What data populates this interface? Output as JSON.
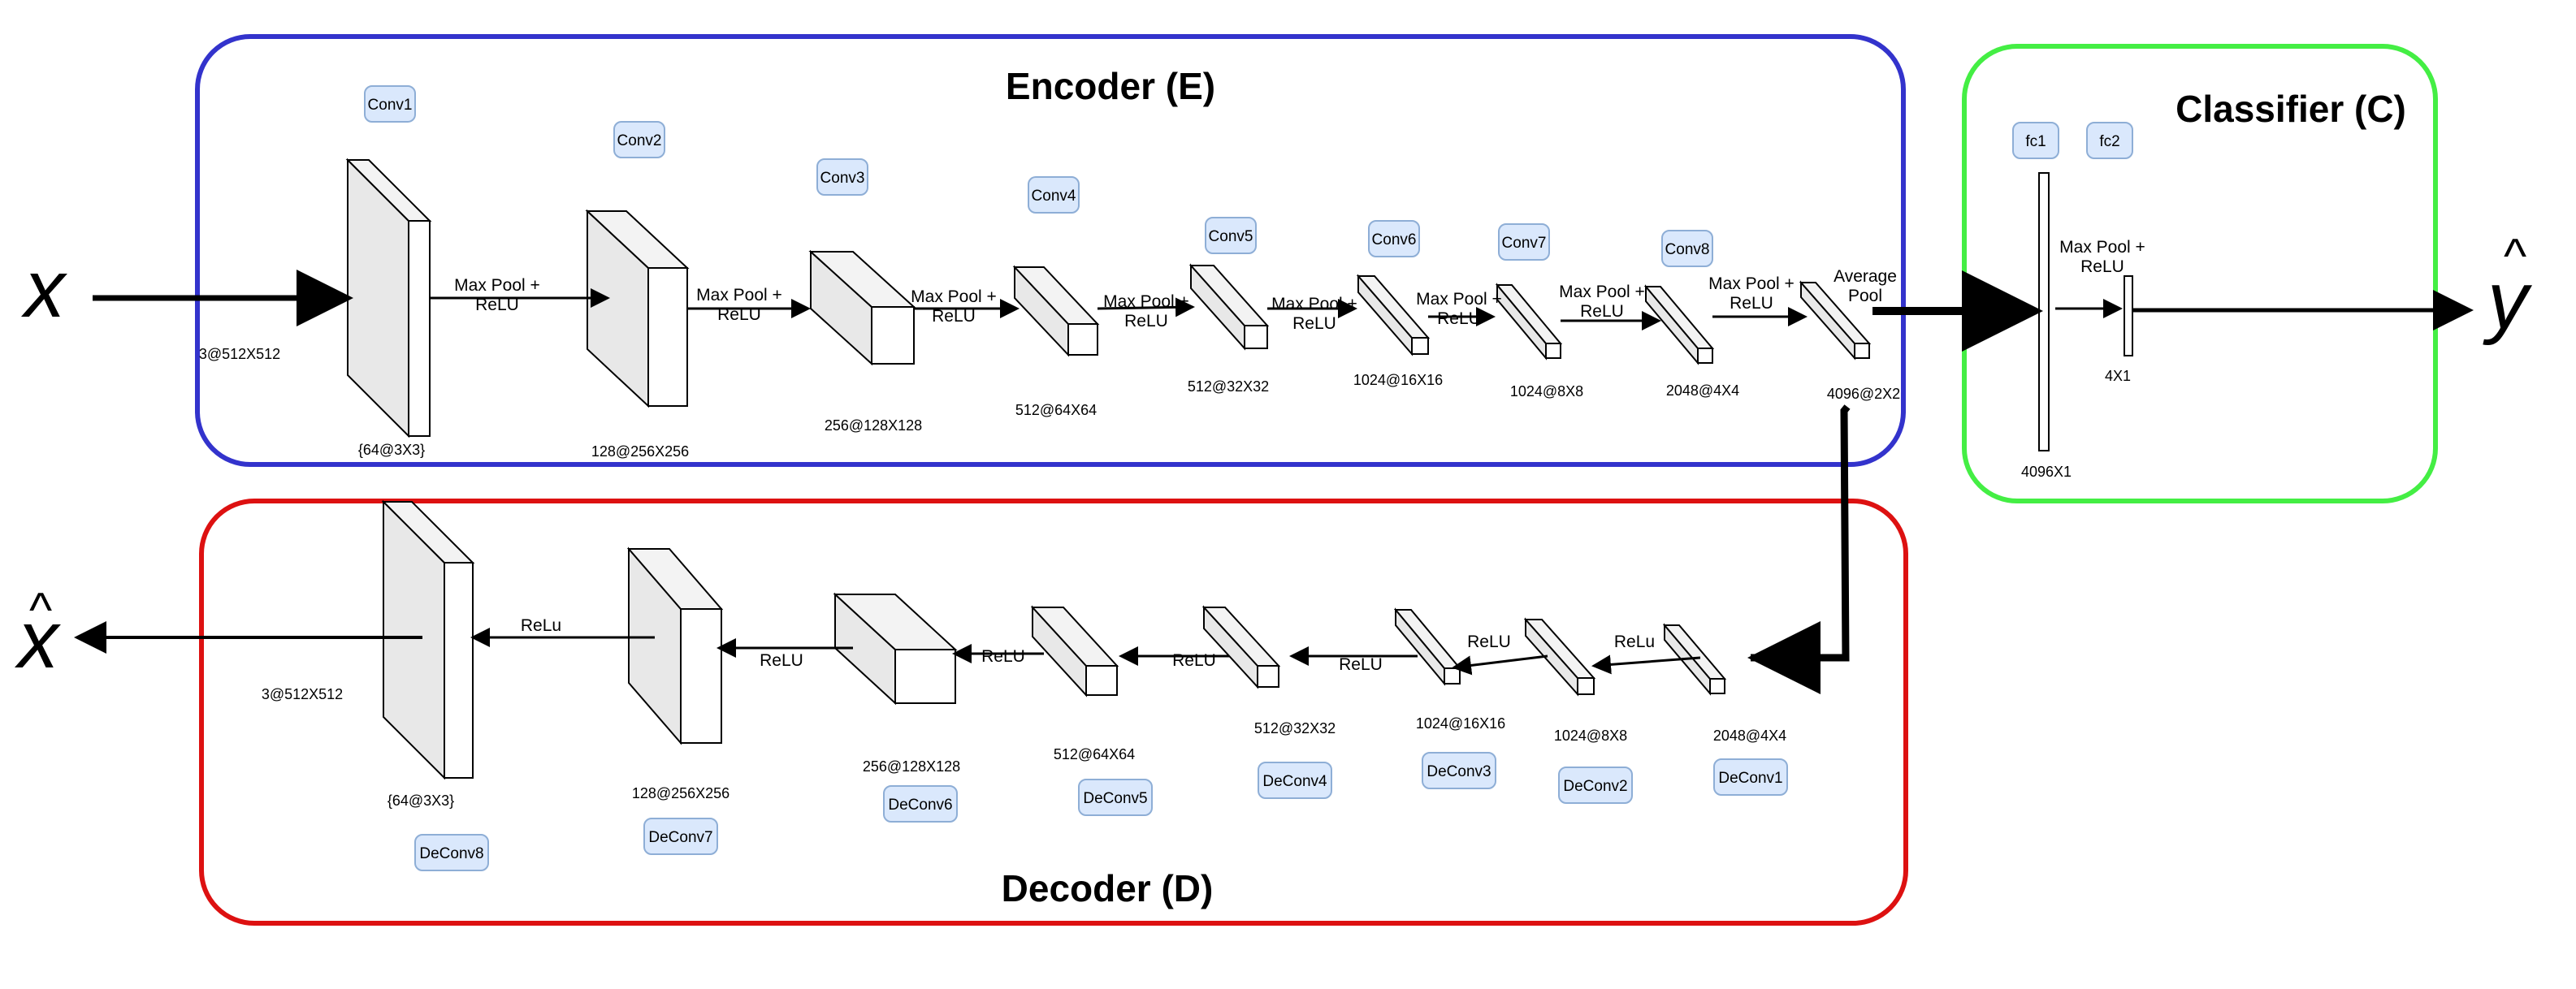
{
  "colors": {
    "encoder_border": "#3333cc",
    "classifier_border": "#44ee44",
    "decoder_border": "#dd1111",
    "tag_fill": "#dae8fc",
    "tag_border": "#8eaed6",
    "block_front": "#ffffff",
    "block_side": "#e8e8e8",
    "block_top": "#f3f3f3",
    "line": "#000000"
  },
  "sections": {
    "encoder": "Encoder (E)",
    "classifier": "Classifier (C)",
    "decoder": "Decoder (D)"
  },
  "symbols": {
    "input": "x",
    "input_hat": "^",
    "output_y": "y",
    "output_y_hat": "^"
  },
  "encoder": {
    "layers": [
      "Conv1",
      "Conv2",
      "Conv3",
      "Conv4",
      "Conv5",
      "Conv6",
      "Conv7",
      "Conv8"
    ],
    "input_dims": "3@512X512",
    "dims": [
      "{64@3X3}",
      "128@256X256",
      "256@128X128",
      "512@64X64",
      "512@32X32",
      "1024@16X16",
      "1024@8X8",
      "2048@4X4",
      "4096@2X2"
    ],
    "op": "Max Pool + ReLU",
    "op_line1": "Max Pool +",
    "op_line2": "ReLU",
    "final_op_line1": "Average",
    "final_op_line2": "Pool"
  },
  "classifier": {
    "layers": [
      "fc1",
      "fc2"
    ],
    "dims": [
      "4096X1",
      "4X1"
    ],
    "op_line1": "Max Pool +",
    "op_line2": "ReLU"
  },
  "decoder": {
    "layers": [
      "DeConv1",
      "DeConv2",
      "DeConv3",
      "DeConv4",
      "DeConv5",
      "DeConv6",
      "DeConv7",
      "DeConv8"
    ],
    "dims": [
      "2048@4X4",
      "1024@8X8",
      "1024@16X16",
      "512@32X32",
      "512@64X64",
      "256@128X128",
      "128@256X256",
      "{64@3X3}"
    ],
    "output_dims": "3@512X512",
    "ops": [
      "ReLu",
      "ReLU",
      "ReLU",
      "ReLU",
      "ReLU",
      "ReLU",
      "ReLu"
    ]
  }
}
